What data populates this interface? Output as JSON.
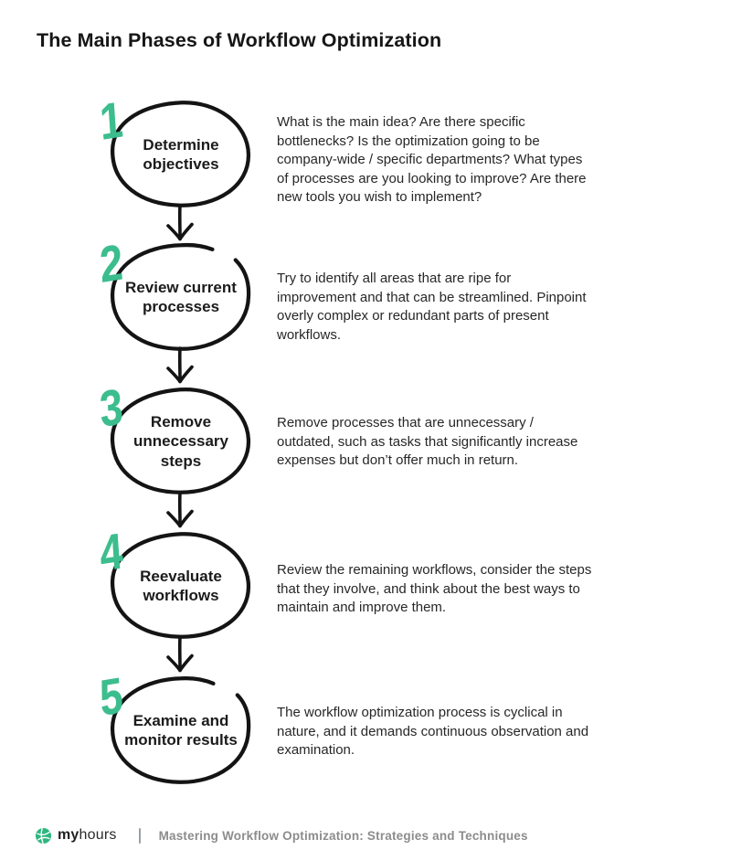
{
  "title": "The Main Phases of Workflow Optimization",
  "steps": [
    {
      "number": "1",
      "label": "Determine objectives",
      "description": "What is the main idea? Are there specific bottlenecks? Is the optimization going to be company-wide / specific departments? What types of processes are you looking to improve? Are there new tools you wish to implement?"
    },
    {
      "number": "2",
      "label": "Review current processes",
      "description": "Try to identify all areas that are ripe for improvement and that can be streamlined. Pinpoint overly complex or redundant parts of present workflows."
    },
    {
      "number": "3",
      "label": "Remove unnecessary steps",
      "description": "Remove processes that are unnecessary / outdated, such as tasks that significantly increase expenses but don’t offer much in return."
    },
    {
      "number": "4",
      "label": "Reevaluate workflows",
      "description": "Review the remaining workflows, consider the steps that they involve, and think about the best ways to maintain and improve them."
    },
    {
      "number": "5",
      "label": "Examine and monitor results",
      "description": "The workflow optimization process is cyclical in nature, and it demands continuous observation and examination."
    }
  ],
  "footer": {
    "brand_bold": "my",
    "brand_light": "hours",
    "caption": "Mastering Workflow Optimization: Strategies and Techniques"
  },
  "icons": {
    "arrow": "down-arrow-icon",
    "logo": "myhours-logo-icon"
  },
  "colors": {
    "accent": "#3cbd8d",
    "ink": "#141414",
    "text": "#272727",
    "muted": "#8c8c8c",
    "logo": "#2eb77e"
  }
}
